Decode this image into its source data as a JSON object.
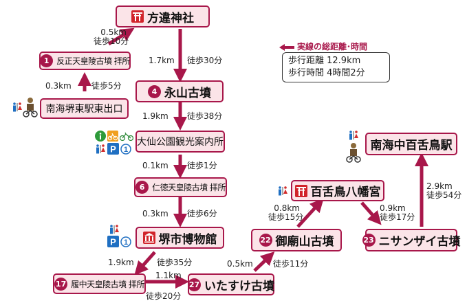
{
  "colors": {
    "route": "#a8174a",
    "node_fill": "#fbe4e8",
    "toilet_male": "#1f6fc2",
    "toilet_female": "#d22d2d",
    "parking": "#1f6fc2",
    "info": "#2e9a3a"
  },
  "legend": {
    "label": "実線の総距離･時間",
    "distance": "歩行距離 12.9km",
    "time": "歩行時間 4時間2分"
  },
  "nodes": {
    "hozuchi": {
      "name": "方違神社",
      "icon": "torii-icon"
    },
    "hanzei": {
      "number": "1",
      "name": "反正天皇陵古墳 拝所"
    },
    "nankai_sakaihigashi": {
      "name": "南海堺東駅東出口"
    },
    "nagayama": {
      "number": "4",
      "name": "永山古墳"
    },
    "daisen": {
      "name": "大仙公園観光案内所"
    },
    "nintoku": {
      "number": "6",
      "name": "仁徳天皇陵古墳 拝所"
    },
    "museum": {
      "name": "堺市博物館",
      "icon": "museum-icon"
    },
    "richu": {
      "number": "17",
      "name": "履中天皇陵古墳 拝所"
    },
    "itasuke": {
      "number": "27",
      "name": "いたすけ古墳"
    },
    "gobyoyama": {
      "number": "22",
      "name": "御廟山古墳"
    },
    "mozuhachiman": {
      "name": "百舌鳥八幡宮",
      "icon": "torii-icon"
    },
    "nisanzai": {
      "number": "23",
      "name": "ニサンザイ古墳"
    },
    "nankai_nakamozu": {
      "name": "南海中百舌鳥駅"
    }
  },
  "segments": {
    "s1": {
      "dist": "0.5km",
      "time": "徒歩10分"
    },
    "s2": {
      "dist": "0.3km",
      "time": "徒歩5分"
    },
    "s3": {
      "dist": "1.7km",
      "time": "徒歩30分"
    },
    "s4": {
      "dist": "1.9km",
      "time": "徒歩38分"
    },
    "s5": {
      "dist": "0.1km",
      "time": "徒歩1分"
    },
    "s6": {
      "dist": "0.3km",
      "time": "徒歩6分"
    },
    "s7": {
      "dist": "1.9km",
      "time": "徒歩35分"
    },
    "s8": {
      "dist": "1.1km",
      "time": "徒歩20分"
    },
    "s9": {
      "dist": "0.5km",
      "time": "徒歩11分"
    },
    "s10": {
      "dist": "0.8km",
      "time": "徒歩15分"
    },
    "s11": {
      "dist": "0.9km",
      "time": "徒歩17分"
    },
    "s12": {
      "dist": "2.9km",
      "time": "徒歩54分"
    }
  },
  "facility_icons": {
    "parking_symbol": "P",
    "bus_symbol": "1",
    "info_symbol": "i"
  }
}
